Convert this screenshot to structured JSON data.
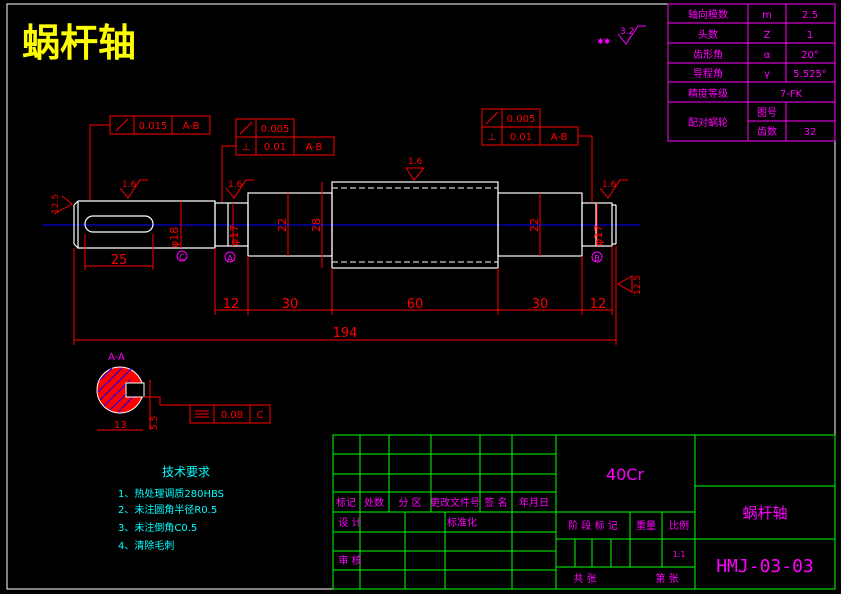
{
  "title": "蜗杆轴",
  "colors": {
    "background": "#000000",
    "frame": "#ffffff",
    "dimension": "#ff0000",
    "outline": "#ffffff",
    "centerline": "#0000ff",
    "title_text": "#ffff00",
    "table": "#ff00ff",
    "title_block": "#00ff00",
    "notes": "#00ffff",
    "hatch": "#0000ff"
  },
  "roughness_global": "3.2",
  "worm_params": [
    {
      "label": "轴向模数",
      "symbol": "m",
      "value": "2.5"
    },
    {
      "label": "头数",
      "symbol": "Z",
      "value": "1"
    },
    {
      "label": "齿形角",
      "symbol": "α",
      "value": "20°"
    },
    {
      "label": "导程角",
      "symbol": "γ",
      "value": "5.525°"
    },
    {
      "label": "精度等级",
      "symbol": "",
      "value": "7-FK"
    }
  ],
  "mating": {
    "label": "配对蜗轮",
    "r1": "图号",
    "r2": "齿数",
    "v2": "32"
  },
  "tolerances": {
    "left_runout": {
      "value": "0.015",
      "datum": "A-B"
    },
    "mid_runout": {
      "value": "0.005"
    },
    "mid_perp": {
      "value": "0.01",
      "datum": "A-B"
    },
    "right_runout": {
      "value": "0.005"
    },
    "right_perp": {
      "value": "0.01",
      "datum": "A-B"
    },
    "keyway_sym": {
      "value": "0.08",
      "datum": "C"
    }
  },
  "roughness": {
    "r1": "1.6",
    "r2": "1.6",
    "r3": "1.6",
    "r4": "1.6",
    "r5": "12.5",
    "r6": "12.5"
  },
  "dims": {
    "key_len": "25",
    "d_left": "φ18",
    "d_j1": "φ17",
    "d_22a": "22",
    "d_28": "28",
    "d_22b": "22",
    "d_j2": "φ17",
    "l12a": "12",
    "l30a": "30",
    "l60": "60",
    "l30b": "30",
    "l12b": "12",
    "total": "194",
    "sec_w": "13",
    "sec_d": "5.5"
  },
  "datum_labels": {
    "a": "A",
    "b": "B",
    "c": "C"
  },
  "section_label": "A-A",
  "notes": {
    "heading": "技术要求",
    "items": [
      "1、热处理调质280HBS",
      "2、未注圆角半径R0.5",
      "3、未注倒角C0.5",
      "4、清除毛刺"
    ]
  },
  "titleblock": {
    "material": "40Cr",
    "part_name": "蜗杆轴",
    "drawing_no": "HMJ-03-03",
    "header": [
      "标记",
      "处数",
      "分 区",
      "更改文件号",
      "签 名",
      "年月日"
    ],
    "design": "设 计",
    "standard": "标准化",
    "review": "审 核",
    "stage": "阶 段 标 记",
    "weight": "重量",
    "scale": "比例",
    "scale_value": "1:1",
    "total_sheets": "共    张",
    "sheet_no": "第    张"
  }
}
